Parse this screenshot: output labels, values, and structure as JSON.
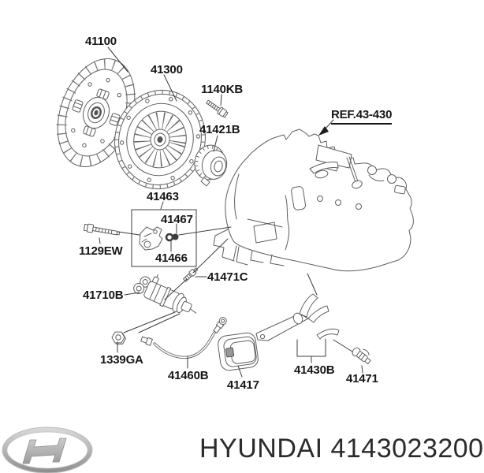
{
  "diagram": {
    "labels": [
      {
        "id": "41100",
        "text": "41100"
      },
      {
        "id": "41300",
        "text": "41300"
      },
      {
        "id": "1140KB",
        "text": "1140KB"
      },
      {
        "id": "41421B",
        "text": "41421B"
      },
      {
        "id": "REF",
        "text": "REF.43-430"
      },
      {
        "id": "41463",
        "text": "41463"
      },
      {
        "id": "41467",
        "text": "41467"
      },
      {
        "id": "41466",
        "text": "41466"
      },
      {
        "id": "1129EW",
        "text": "1129EW"
      },
      {
        "id": "41471C",
        "text": "41471C"
      },
      {
        "id": "41710B",
        "text": "41710B"
      },
      {
        "id": "1339GA",
        "text": "1339GA"
      },
      {
        "id": "41460B",
        "text": "41460B"
      },
      {
        "id": "41417",
        "text": "41417"
      },
      {
        "id": "41430B",
        "text": "41430B"
      },
      {
        "id": "41471",
        "text": "41471"
      }
    ]
  },
  "footer": {
    "brand": "HYUNDAI",
    "part_number": "4143023200"
  },
  "colors": {
    "background": "#ffffff",
    "line": "#5f5f5f",
    "leader": "#3c3c3c",
    "label": "#161616",
    "brand_text": "#2b2b2b",
    "logo_silver_light": "#d8d8d8",
    "logo_silver_dark": "#909090"
  }
}
